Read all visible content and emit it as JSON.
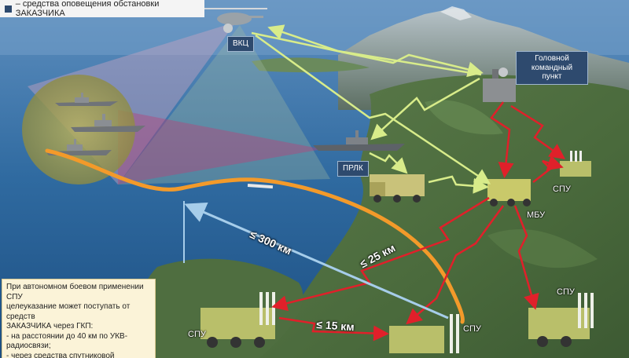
{
  "legend": {
    "text": "– средства оповещения обстановки ЗАКАЗЧИКА"
  },
  "labels": {
    "vkts": "ВКЦ",
    "gkp_line1": "Головной",
    "gkp_line2": "командный пункт",
    "prlk": "ПРЛК",
    "mbu": "МБУ",
    "spu": "СПУ"
  },
  "distances": {
    "d300": "≤ 300 км",
    "d25": "≤ 25 км",
    "d15": "≤ 15 км"
  },
  "note": {
    "lines": [
      "При автономном боевом применении СПУ",
      "целеуказание может поступать от средств",
      "ЗАКАЗЧИКА через ГКП:",
      "- на расстоянии до 40 км по УКВ-радиосвязи;",
      "- через средства спутниковой радиосвязи."
    ]
  },
  "colors": {
    "legend_square": "#2e4a6e",
    "link_yellow": "#d8ec8a",
    "link_red": "#e0202a",
    "link_blue": "#a6cdea",
    "trajectory": "#f39a2a"
  }
}
